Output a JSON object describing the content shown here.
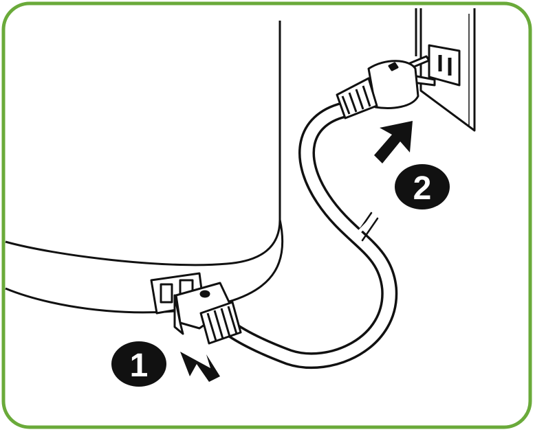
{
  "diagram": {
    "frame_color": "#6aaa3a",
    "ink_color": "#111111",
    "fill_color": "#ffffff",
    "steps": [
      {
        "number": "1",
        "target": "appliance-inlet"
      },
      {
        "number": "2",
        "target": "wall-outlet"
      }
    ]
  }
}
